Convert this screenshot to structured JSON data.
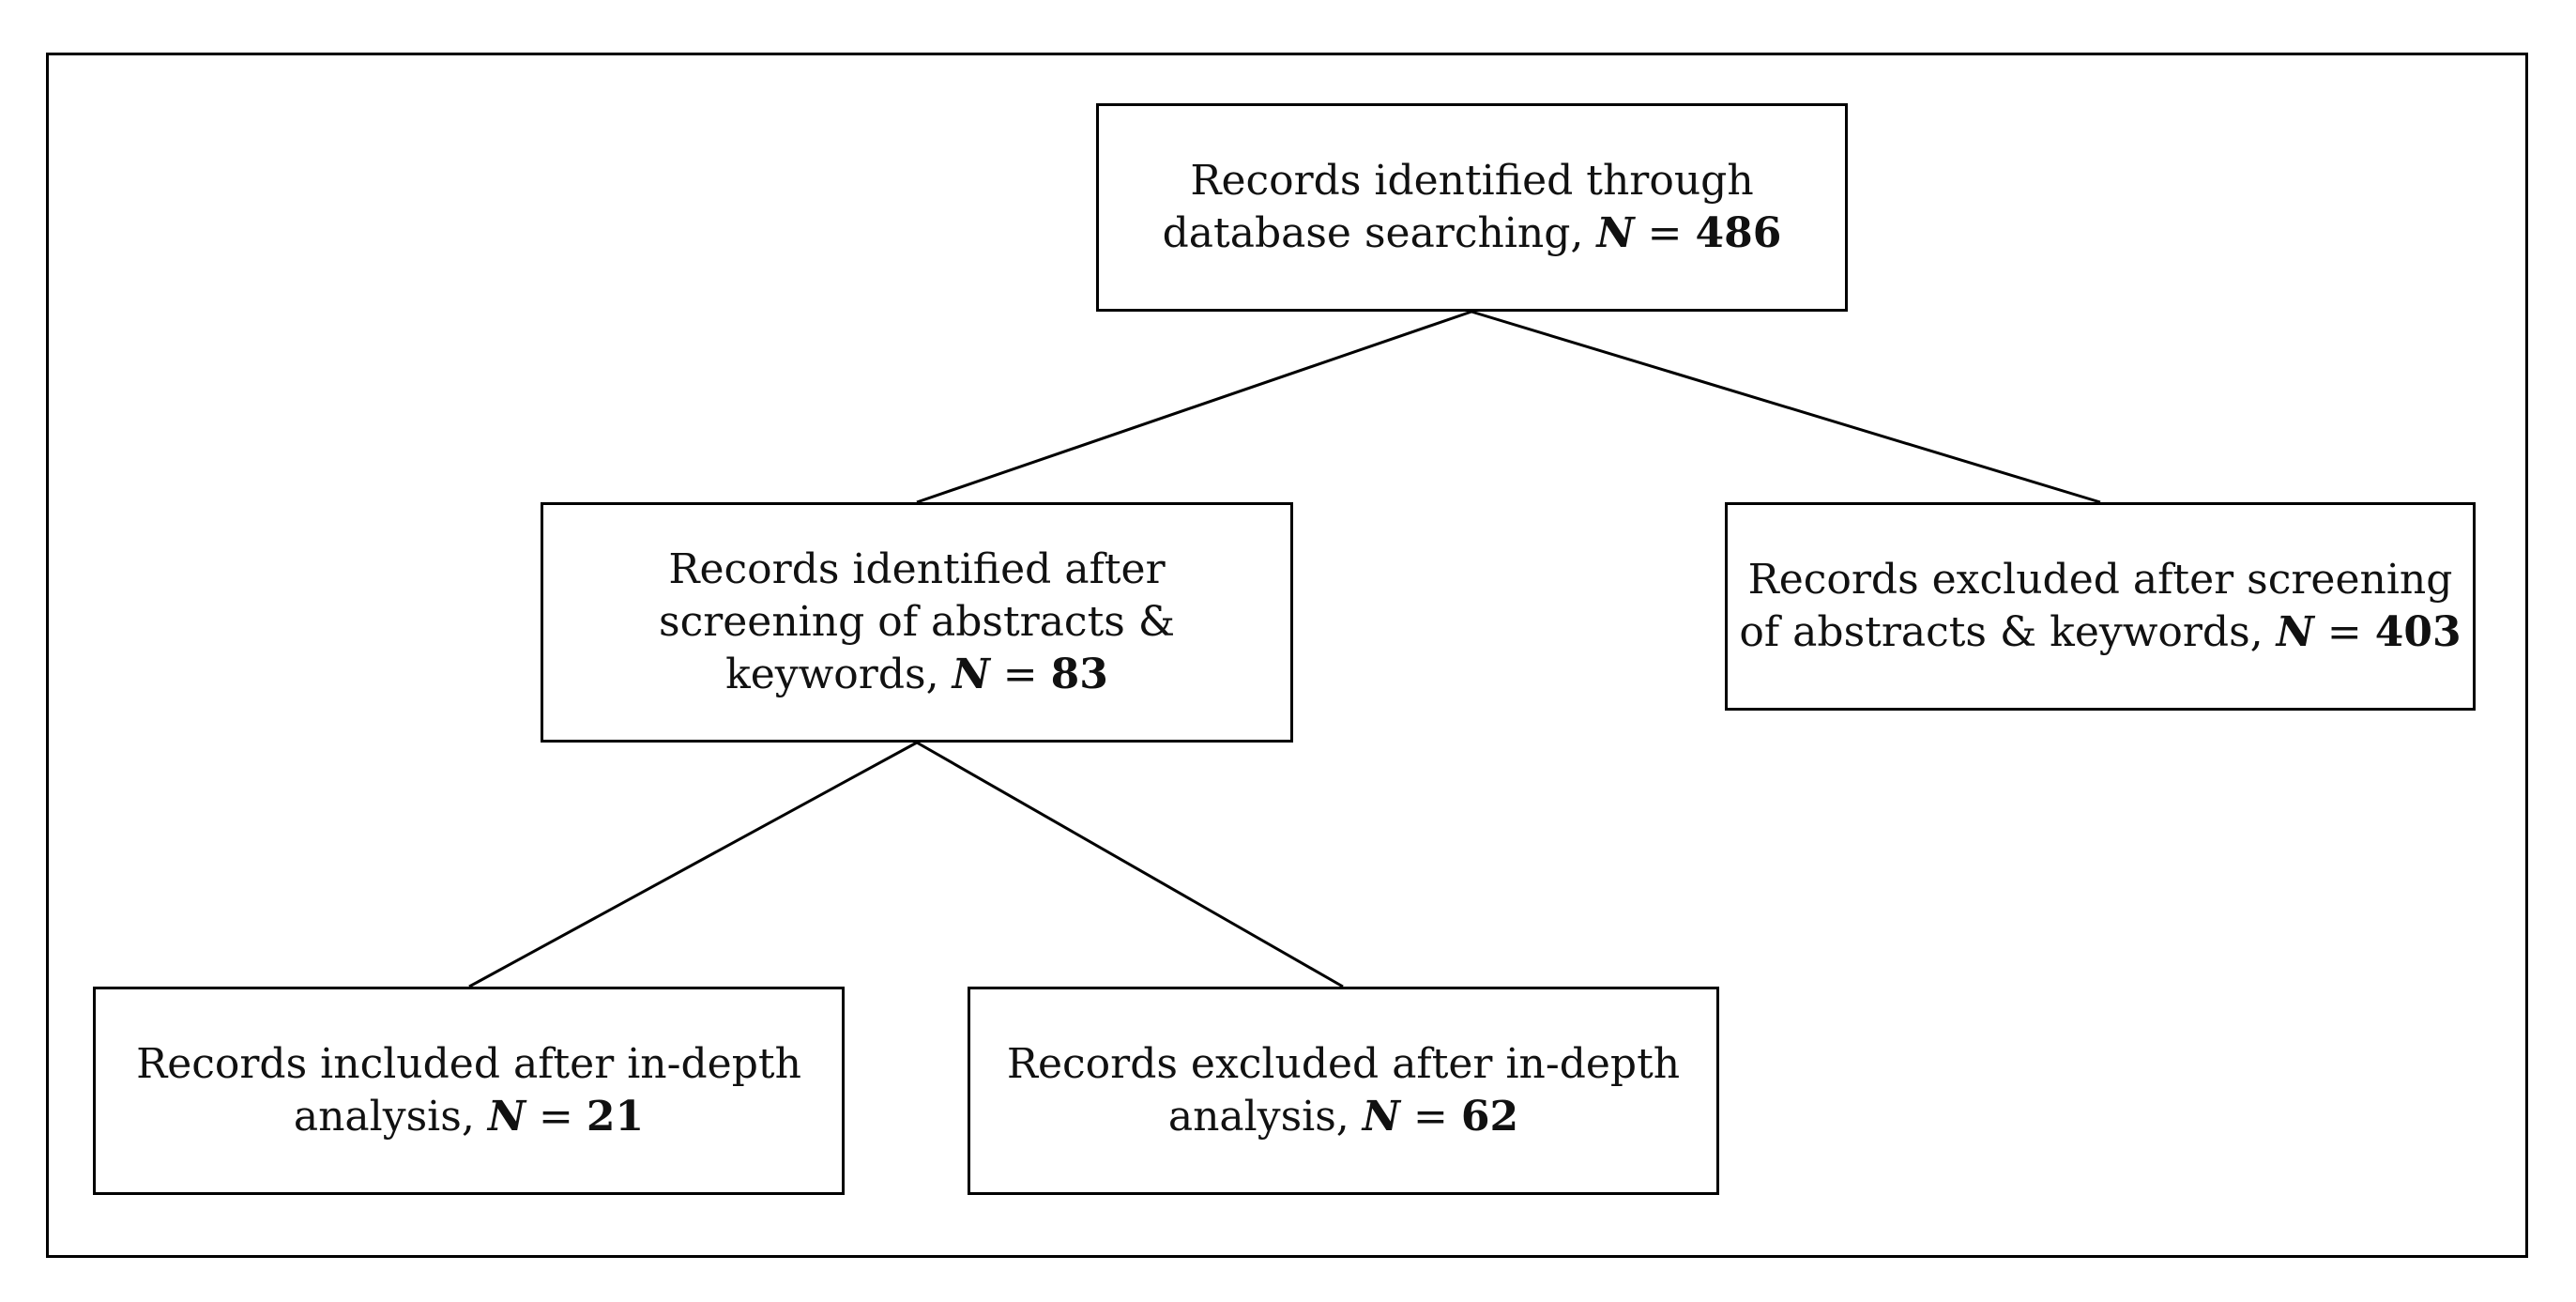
{
  "diagram": {
    "nodes": {
      "search": {
        "line1": "Records identified through",
        "line2": "database searching,",
        "n_symbol": "N",
        "n_eq": "=",
        "n_value": "486"
      },
      "screened": {
        "line1": "Records identified after",
        "line2": "screening of abstracts &",
        "line3": "keywords,",
        "n_symbol": "N",
        "n_eq": "=",
        "n_value": "83"
      },
      "excluded_screen": {
        "line1": "Records excluded after screening",
        "line2": "of abstracts & keywords,",
        "n_symbol": "N",
        "n_eq": "=",
        "n_value": "403"
      },
      "included": {
        "line1": "Records included after in-depth",
        "line2": "analysis,",
        "n_symbol": "N",
        "n_eq": "=",
        "n_value": "21"
      },
      "excluded_depth": {
        "line1": "Records excluded after in-depth",
        "line2": "analysis,",
        "n_symbol": "N",
        "n_eq": "=",
        "n_value": "62"
      }
    },
    "edges": [
      {
        "from": "search",
        "to": "screened"
      },
      {
        "from": "search",
        "to": "excluded_screen"
      },
      {
        "from": "screened",
        "to": "included"
      },
      {
        "from": "screened",
        "to": "excluded_depth"
      }
    ],
    "colors": {
      "line": "#000000",
      "text": "#111111",
      "background": "#ffffff"
    }
  }
}
